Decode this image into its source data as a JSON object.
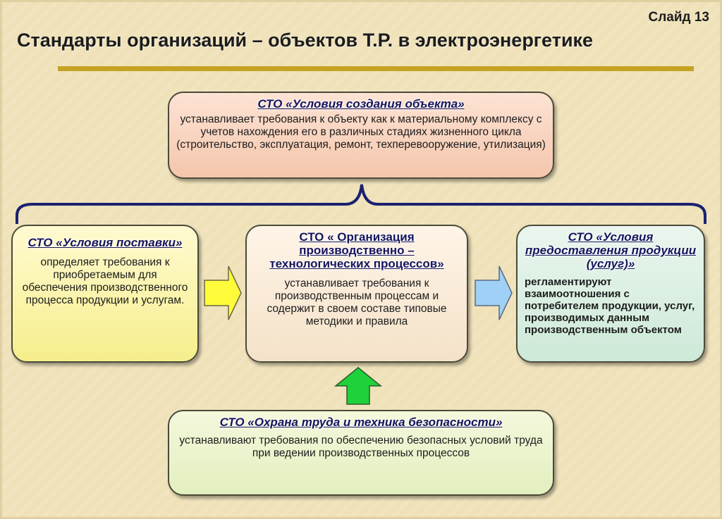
{
  "slide": {
    "label": "Слайд 13"
  },
  "title": "Стандарты организаций – объектов Т.Р. в электроэнергетике",
  "boxes": {
    "top": {
      "heading": "СТО «Условия создания объекта»",
      "body": "устанавливает требования к объекту как к материальному комплексу с учетов нахождения его в различных стадиях жизненного цикла (строительство, эксплуатация, ремонт, техперевооружение, утилизация)"
    },
    "left": {
      "heading": "СТО «Условия поставки»",
      "body": "определяет требования к приобретаемым для обеспечения производственного процесса продукции и услугам."
    },
    "center": {
      "heading": "СТО « Организация производственно – технологических процессов»",
      "body": "устанавливает требования к производственным процессам и содержит в своем составе типовые методики и правила"
    },
    "right": {
      "heading": "СТО «Условия предоставления продукции (услуг)»",
      "body": "регламентируют взаимоотношения с потребителем продукции, услуг, производимых данным производственным объектом"
    },
    "bottom": {
      "heading": "СТО «Охрана труда и техника безопасности»",
      "body": "устанавливают требования по обеспечению безопасных условий труда при ведении производственных процессов"
    }
  },
  "colors": {
    "background": "#efe1b8",
    "accent_bar": "#c7a323",
    "bracket": "#1a2270",
    "arrow_left": "#fffb3a",
    "arrow_right": "#9fd0f5",
    "arrow_up": "#1fd13a"
  }
}
